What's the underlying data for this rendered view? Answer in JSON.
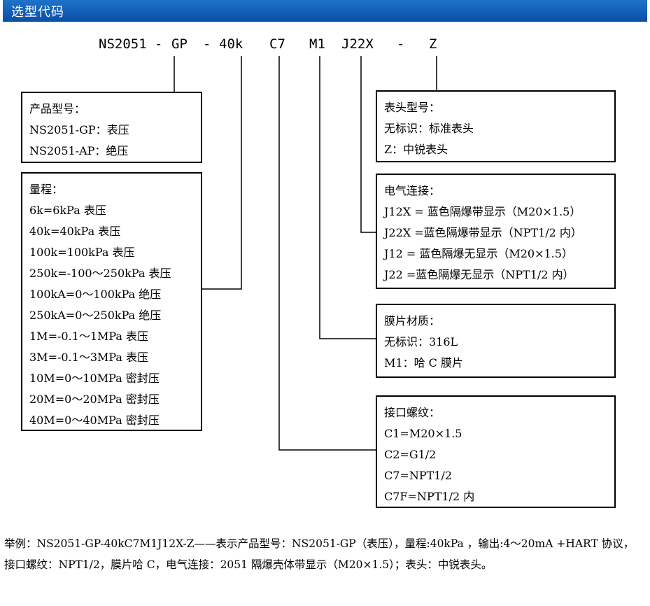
{
  "header": {
    "title": "选型代码"
  },
  "code": {
    "model": "NS2051",
    "dash1": "-",
    "type": "GP",
    "dash2": "-",
    "range": "40k",
    "thread": "C7",
    "diaphragm": "M1",
    "electrical": "J22X",
    "dash3": "-",
    "head": "Z"
  },
  "boxes": {
    "product": {
      "title": "产品型号：",
      "items": [
        "NS2051-GP：表压",
        "NS2051-AP：绝压"
      ]
    },
    "range": {
      "title": "量程：",
      "items": [
        "6k=6kPa 表压",
        "40k=40kPa 表压",
        "100k=100kPa 表压",
        "250k=-100～250kPa 表压",
        "100kA=0～100kPa 绝压",
        "250kA=0～250kPa 绝压",
        "1M=-0.1～1MPa 表压",
        "3M=-0.1～3MPa 表压",
        "10M=0～10MPa 密封压",
        "20M=0～20MPa 密封压",
        "40M=0～40MPa 密封压"
      ]
    },
    "head": {
      "title": "表头型号：",
      "items": [
        "无标识：标准表头",
        "Z：中锐表头"
      ]
    },
    "electrical": {
      "title": "电气连接：",
      "items": [
        "J12X = 蓝色隔爆带显示（M20×1.5）",
        "J22X =蓝色隔爆带显示（NPT1/2 内）",
        "J12 = 蓝色隔爆无显示（M20×1.5）",
        "J22 =蓝色隔爆无显示（NPT1/2 内）"
      ]
    },
    "diaphragm": {
      "title": "膜片材质：",
      "items": [
        "无标识：316L",
        "M1：哈 C 膜片"
      ]
    },
    "thread": {
      "title": "接口螺纹：",
      "items": [
        "C1=M20×1.5",
        "C2=G1/2",
        "C7=NPT1/2",
        "C7F=NPT1/2 内"
      ]
    }
  },
  "example": {
    "text": "举例：NS2051-GP-40kC7M1J12X-Z——表示产品型号：NS2051-GP（表压），量程:40kPa ，输出:4～20mA +HART 协议，接口螺纹：NPT1/2，膜片哈 C，电气连接：2051 隔爆壳体带显示（M20×1.5）；表头：中锐表头。"
  }
}
